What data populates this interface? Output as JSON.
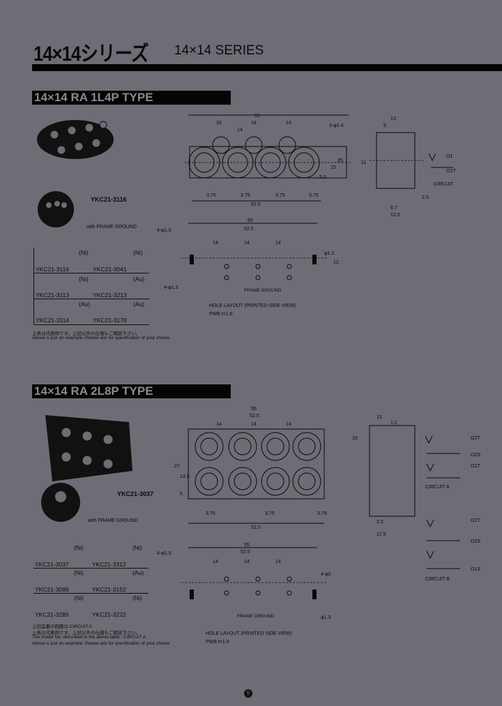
{
  "header": {
    "title_jp": "14×14シリーズ",
    "title_en": "14×14 SERIES"
  },
  "sections": [
    {
      "title": "14×14 RA 1L4P TYPE",
      "photo_model": "YKC21-3116",
      "frame_ground_label": "with FRAME GROUND",
      "table": [
        {
          "left_plating": "(Ni)",
          "left_model": "YKC21-3116",
          "right_plating": "(Ni)",
          "right_model": "YKC21-3041"
        },
        {
          "left_plating": "(Ni)",
          "left_model": "YKC21-3113",
          "right_plating": "(Au)",
          "right_model": "YKC21-3213"
        },
        {
          "left_plating": "(Au)",
          "left_model": "YKC21-3114",
          "right_plating": "(Au)",
          "right_model": "YKC21-3178"
        }
      ],
      "notes": [
        "上表は代表例です。上記以外の仕様もご相談下さい。",
        "Above is just an example. Please ask for specification of your choice."
      ],
      "drawing_labels": {
        "top_dims": [
          "55",
          "10",
          "14",
          "14",
          "14",
          "3-φ2.4"
        ],
        "pitch_dims": [
          "3.75",
          "3.75",
          "3.75",
          "3.75"
        ],
        "width": "52.5",
        "height_dims": [
          "25",
          "15",
          "5.5"
        ],
        "side_dims": [
          "13",
          "5",
          "11",
          "2.5",
          "6.7",
          "12.0"
        ],
        "circuit_labels": [
          "O1",
          "O1T",
          "CIRCUIT"
        ],
        "hole_dims": [
          "55",
          "52.5",
          "14",
          "14",
          "14",
          "12",
          "4-φ1.5",
          "4-φ1.3",
          "φ1.2"
        ],
        "hole_caption": "HOLE LAYOUT (PRINTED-SIDE VIEW)",
        "pwb": "PWB t=1.6",
        "frame_ground_note": "FRAME GROUND"
      }
    },
    {
      "title": "14×14 RA 2L8P TYPE",
      "photo_model": "YKC21-3037",
      "frame_ground_label": "with FRAME GROUND",
      "table": [
        {
          "left_plating": "(Ni)",
          "left_model": "YKC21-3037",
          "right_plating": "(Ni)",
          "right_model": "YKC21-3312"
        },
        {
          "left_plating": "(Ni)",
          "left_model": "YKC21-3099",
          "right_plating": "(Au)",
          "right_model": "YKC21-3152"
        },
        {
          "left_plating": "(Ni)",
          "left_model": "YKC21-3285",
          "right_plating": "(Ni)",
          "right_model": "YKC21-3222"
        }
      ],
      "notes": [
        "上記品番の回路は CIRCUIT A",
        "上表は代表例です。上記以外の仕様もご相談下さい。",
        "The model No. described in the above table : CIRCUIT A",
        "Above is just an example. Please ask for specification of your choice."
      ],
      "drawing_labels": {
        "top_dims": [
          "55",
          "52.5",
          "14",
          "14",
          "14"
        ],
        "pitch_dims": [
          "3.75",
          "3.75",
          "3.75"
        ],
        "width": "52.5",
        "height_dims": [
          "27",
          "13.5",
          "5"
        ],
        "side_dims": [
          "13",
          "1.2",
          "15",
          "2.5",
          "17.5"
        ],
        "circuit_a_labels": [
          "O2T",
          "O2S",
          "O1T",
          "CIRCUIT A"
        ],
        "circuit_b_labels": [
          "O2T",
          "O2S",
          "O1S",
          "CIRCUIT B"
        ],
        "hole_dims": [
          "55",
          "52.5",
          "14",
          "14",
          "14",
          "4-φ1.5",
          "4-φ2",
          "φ1.3"
        ],
        "hole_caption": "HOLE LAYOUT (PRINTED SIDE VIEW)",
        "pwb": "PWB t=1.6",
        "frame_ground_note": "FRAME GROUND"
      }
    }
  ],
  "page_number": "9"
}
